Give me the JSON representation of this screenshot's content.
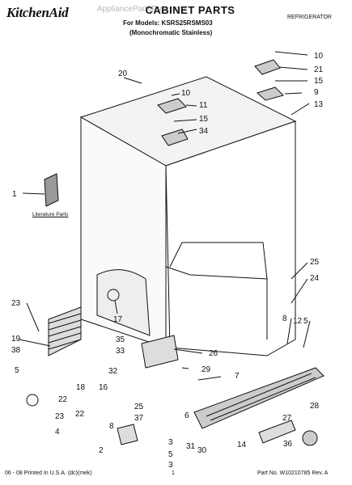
{
  "header": {
    "brand": "KitchenAid",
    "title": "CABINET PARTS",
    "models_line": "For Models: KSRS25RSMS03",
    "variant_line": "(Monochromatic Stainless)",
    "category": "REFRIGERATOR",
    "watermark": "AppliancePartsPros.com"
  },
  "labels": {
    "literature": "Literature Parts"
  },
  "callouts": [
    "1",
    "2",
    "3",
    "4",
    "5",
    "6",
    "7",
    "8",
    "9",
    "10",
    "11",
    "12",
    "13",
    "14",
    "15",
    "16",
    "17",
    "18",
    "19",
    "20",
    "21",
    "22",
    "23",
    "24",
    "25",
    "26",
    "27",
    "28",
    "29",
    "30",
    "31",
    "32",
    "33",
    "34",
    "35",
    "36",
    "37",
    "38"
  ],
  "footer": {
    "left": "06 - 08 Printed In U.S.A. (dc)(mek)",
    "page": "1",
    "part_number": "Part No. W10210785 Rev. A"
  }
}
